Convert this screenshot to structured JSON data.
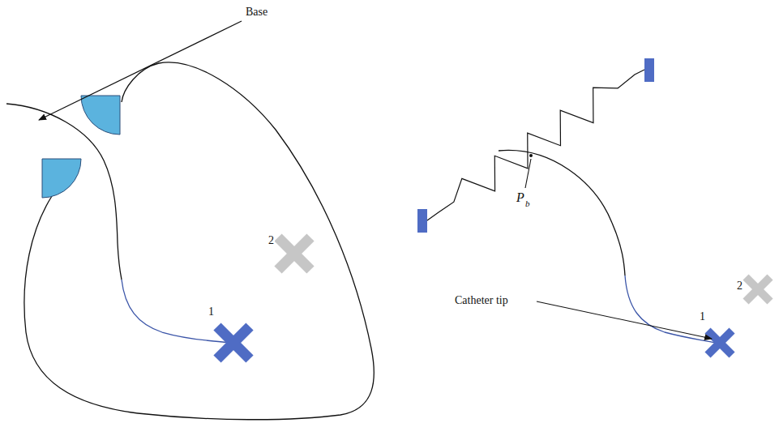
{
  "diagram": {
    "labels": [
      "Base",
      "2",
      "1",
      "P",
      "b",
      "Catheter tip",
      "2",
      "1"
    ]
  }
}
